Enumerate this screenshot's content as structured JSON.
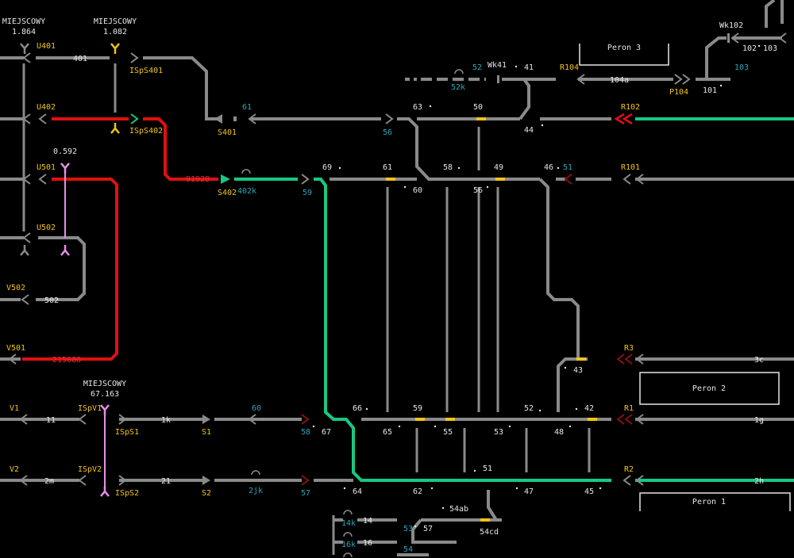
{
  "colors": {
    "background": "#000000",
    "track_free": "#8a8a8a",
    "route_set": "#18c882",
    "track_occupied": "#e01010",
    "signal_label": "#f2c418",
    "track_id_label": "#2aa6b8",
    "joint_marker": "#f2c418",
    "local_control_indicator": "#e88fe8"
  },
  "local_control": [
    {
      "title": "MIEJSCOWY",
      "value": "1.864"
    },
    {
      "title": "MIEJSCOWY",
      "value": "1.082"
    },
    {
      "title": "MIEJSCOWY",
      "value": "67.163"
    }
  ],
  "indicator_value": "0.592",
  "platforms": {
    "p1": "Peron 1",
    "p2": "Peron 2",
    "p3": "Peron 3"
  },
  "signals": {
    "U401": "U401",
    "U402": "U402",
    "U501": "U501",
    "U502": "U502",
    "V502": "V502",
    "V501": "V501",
    "V1": "V1",
    "V2": "V2",
    "IsS401": "ISpS401",
    "IsS402": "ISpS402",
    "IsV1": "ISpV1",
    "IsS1": "ISpS1",
    "IsV2": "ISpV2",
    "IsS2": "ISpS2",
    "S401": "S401",
    "S402": "S402",
    "S1": "S1",
    "S2": "S2",
    "R104": "R104",
    "P104": "P104",
    "R102": "R102",
    "R101": "R101",
    "R3": "R3",
    "R1": "R1",
    "R2": "R2"
  },
  "track_ids": {
    "t61": "61",
    "t56": "56",
    "t59": "59",
    "t402k": "402k",
    "t52": "52",
    "t52k": "52k",
    "t51": "51",
    "t103": "103",
    "t60": "60",
    "t58": "58",
    "t2jk": "2jk",
    "t57": "57",
    "t14k": "14k",
    "t16k": "16k",
    "t53": "53",
    "t54": "54"
  },
  "track_labels": {
    "l401": "401",
    "l502": "502",
    "l11": "11",
    "l1k": "1k",
    "l2m": "2m",
    "l21": "21",
    "l104a": "104a",
    "l101": "101",
    "l102": "102",
    "l103": "103",
    "l3c": "3c",
    "l1g": "1g",
    "l2h": "2h",
    "l14": "14",
    "l16": "16",
    "lWk41": "Wk41",
    "lWk102": "Wk102",
    "l54ab": "54ab",
    "l54cd": "54cd"
  },
  "occupied_labels": {
    "o91928": "91928",
    "o215086": "215086"
  },
  "switches": {
    "s41": "41",
    "s63": "63",
    "s50": "50",
    "s44": "44",
    "s69": "69",
    "s61": "61",
    "s60": "60",
    "s58": "58",
    "s49": "49",
    "s56": "56",
    "s46": "46",
    "s43": "43",
    "s66": "66",
    "s59": "59",
    "s65": "65",
    "s55": "55",
    "s52": "52",
    "s53": "53",
    "s48": "48",
    "s42": "42",
    "s67": "67",
    "s51": "51",
    "s62": "62",
    "s47": "47",
    "s45": "45",
    "s64": "64",
    "s57": "57"
  }
}
